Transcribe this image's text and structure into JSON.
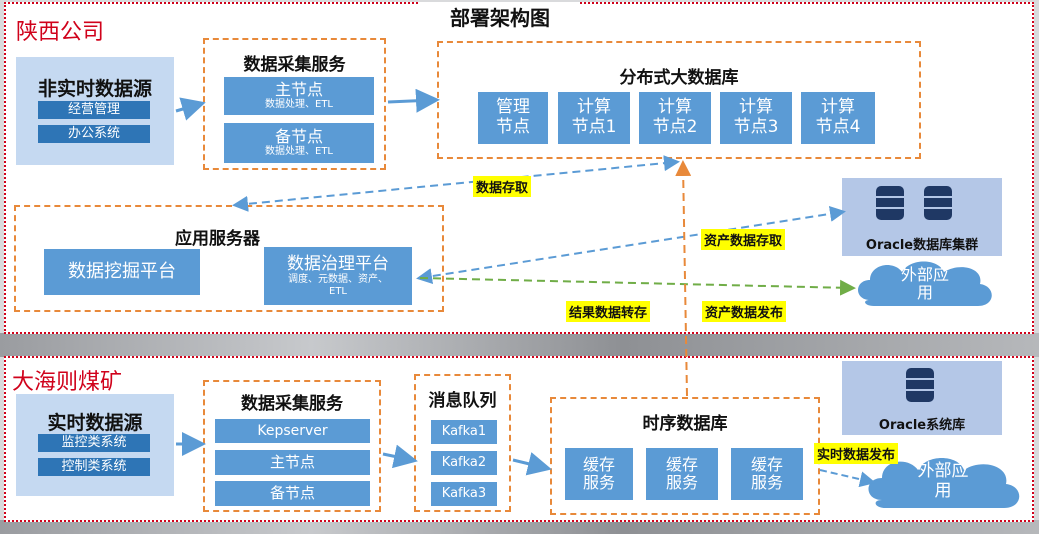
{
  "title": "部署架构图",
  "shaanxi": {
    "region_title": "陕西公司",
    "non_realtime": {
      "title": "非实时数据源",
      "items": [
        "经营管理",
        "办公系统"
      ]
    },
    "collect": {
      "title": "数据采集服务",
      "primary": {
        "label": "主节点",
        "sub": "数据处理、ETL"
      },
      "backup": {
        "label": "备节点",
        "sub": "数据处理、ETL"
      }
    },
    "bigdata": {
      "title": "分布式大数据库",
      "nodes": [
        {
          "line1": "管理",
          "line2": "节点"
        },
        {
          "line1": "计算",
          "line2": "节点1"
        },
        {
          "line1": "计算",
          "line2": "节点2"
        },
        {
          "line1": "计算",
          "line2": "节点3"
        },
        {
          "line1": "计算",
          "line2": "节点4"
        }
      ]
    },
    "app": {
      "title": "应用服务器",
      "mining": "数据挖掘平台",
      "governance": {
        "label": "数据治理平台",
        "sub1": "调度、元数据、资产、",
        "sub2": "ETL"
      }
    },
    "oracle_cluster": "Oracle数据库集群",
    "external": {
      "line1": "外部应",
      "line2": "用"
    },
    "labels": {
      "data_access": "数据存取",
      "asset_access": "资产数据存取",
      "result_transfer": "结果数据转存",
      "asset_publish": "资产数据发布"
    }
  },
  "dahaize": {
    "region_title": "大海则煤矿",
    "realtime": {
      "title": "实时数据源",
      "items": [
        "监控类系统",
        "控制类系统"
      ]
    },
    "collect": {
      "title": "数据采集服务",
      "items": [
        "Kepserver",
        "主节点",
        "备节点"
      ]
    },
    "mq": {
      "title": "消息队列",
      "items": [
        "Kafka1",
        "Kafka2",
        "Kafka3"
      ]
    },
    "tsdb": {
      "title": "时序数据库",
      "caches": [
        {
          "line1": "缓存",
          "line2": "服务"
        },
        {
          "line1": "缓存",
          "line2": "服务"
        },
        {
          "line1": "缓存",
          "line2": "服务"
        }
      ]
    },
    "oracle_system": "Oracle系统库",
    "external": {
      "line1": "外部应",
      "line2": "用"
    },
    "labels": {
      "realtime_publish": "实时数据发布"
    }
  },
  "colors": {
    "region_border": "#d0021b",
    "dashed_box": "#e8893a",
    "node_blue": "#5b9bd5",
    "light_blue": "#c5d9f1",
    "arrow_blue": "#5b9bd5",
    "arrow_green": "#70ad47",
    "arrow_orange": "#e8893a",
    "highlight": "#ffff00"
  }
}
